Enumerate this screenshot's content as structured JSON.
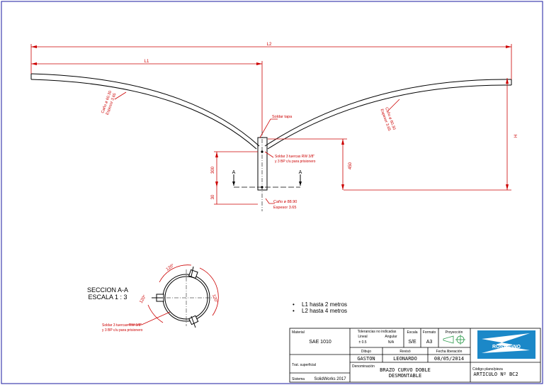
{
  "dimensions": {
    "L2": "L2",
    "L1": "L1",
    "H": "H",
    "pipe_left": [
      "Caño ø 60.30",
      "Espesor 3.65"
    ],
    "pipe_right": [
      "Caño ø 60.30",
      "Espesor 3.65"
    ],
    "v_300": "300",
    "v_30": "30",
    "v_450": "450",
    "section_mark": "A",
    "weld_label": "Soldar tapa",
    "bolts_label": [
      "Soldar 3 tuercas RW 3/8\"",
      "y 3 BP c/u para prisionero"
    ],
    "base_pipe": [
      "Caño ø 88.90",
      "Espesor 3.65"
    ]
  },
  "section": {
    "title": "SECCION A-A",
    "scale": "ESCALA 1 : 3",
    "angle_top": "120°",
    "angle_right": "120°",
    "angle_left": "120°",
    "bolts_label": [
      "Soldar 3 tuercas RW 3/8\"",
      "y 3 BP c/u para prisionero"
    ]
  },
  "notes": [
    "L1 hasta 2 metros",
    "L2 hasta 4 metros"
  ],
  "title_block": {
    "material_label": "Material",
    "material": "SAE 1010",
    "finish_label": "Trat. superficial",
    "system_label": "Sistema",
    "system": "SolidWorks 2017",
    "tol_label": "Tolerancias no indicadas",
    "lineal_label": "Lineal",
    "lineal": "± 0.5",
    "angular_label": "Angular",
    "angular": "N/A",
    "scale_label": "Escala",
    "scale": "S/E",
    "format_label": "Formato",
    "format": "A3",
    "projection_label": "Proyección",
    "drawn_label": "Dibujo",
    "drawn": "GASTON",
    "review_label": "Revisó",
    "review": "LEONARDO",
    "date_label": "Fecha liberación",
    "date": "08/05/2014",
    "denom_label": "Denominación",
    "denom": [
      "BRAZO CURVO DOBLE",
      "DESMONTABLE"
    ],
    "code_label": "Código plano/pieza",
    "code": "ARTICULO Nº BC2",
    "logo": "ROSTAGNO"
  },
  "colors": {
    "frame": "#1a1aa0",
    "dim": "#cc0000",
    "line": "#000000",
    "logo": "#1b88c8"
  }
}
